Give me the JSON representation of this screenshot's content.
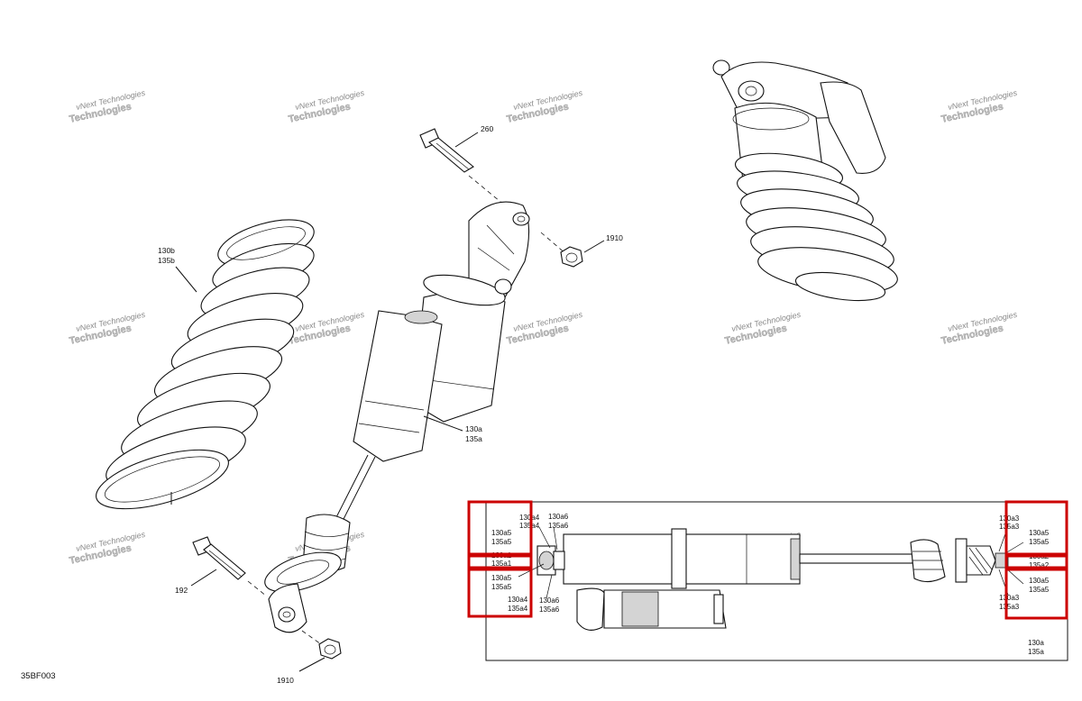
{
  "diagram_code": "35BF003",
  "watermark": {
    "line1": "vNext Technologies",
    "line2": "Technologies"
  },
  "callouts": {
    "spring": [
      "130b",
      "135b"
    ],
    "bolt_top": "260",
    "nut_top": "1910",
    "shock": [
      "130a",
      "135a"
    ],
    "bolt_bottom": "192",
    "nut_bottom": "1910"
  },
  "detail_view": {
    "left_top": [
      "130a4",
      "135a4"
    ],
    "left_upper": [
      "130a5",
      "135a5"
    ],
    "left_mid": [
      "130a1",
      "135a1"
    ],
    "left_lower": [
      "130a5",
      "135a5"
    ],
    "left_bottom": [
      "130a4",
      "135a4"
    ],
    "center_top": [
      "130a6",
      "135a6"
    ],
    "center_bottom": [
      "130a6",
      "135a6"
    ],
    "right_top": [
      "130a3",
      "135a3"
    ],
    "right_upper": [
      "130a5",
      "135a5"
    ],
    "right_mid": [
      "130a2",
      "135a2"
    ],
    "right_lower": [
      "130a5",
      "135a5"
    ],
    "right_bottom": [
      "130a3",
      "135a3"
    ],
    "assembly": [
      "130a",
      "135a"
    ]
  },
  "colors": {
    "highlight": "#cc0000",
    "line": "#111111",
    "watermark": "#9c9c9c"
  }
}
